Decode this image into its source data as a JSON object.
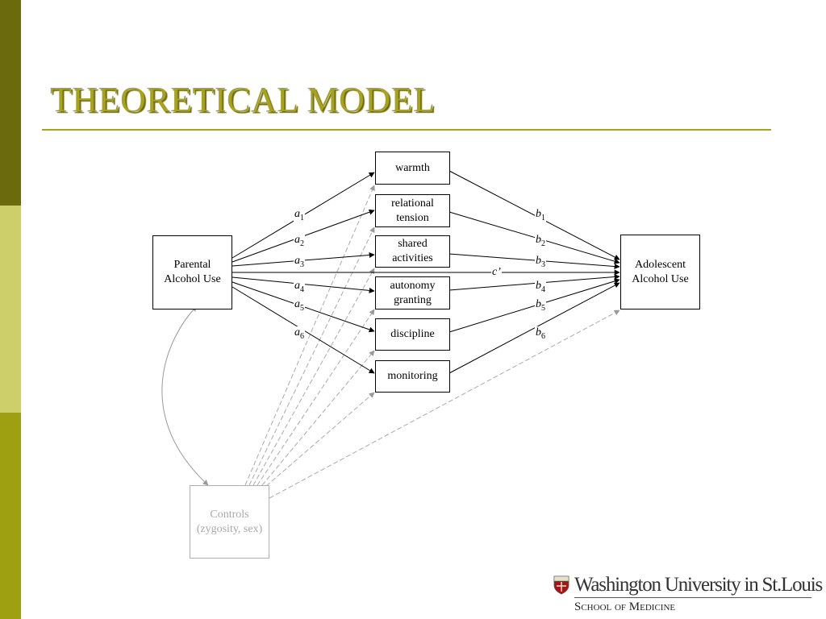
{
  "slide": {
    "title": "THEORETICAL MODEL"
  },
  "colors": {
    "title": "#a8a318",
    "sidebar_dark": "#6b6b0d",
    "sidebar_light": "#cdd06a",
    "sidebar_mid": "#9ea012",
    "controls_gray": "#a8a8a8"
  },
  "diagram": {
    "predictor": {
      "line1": "Parental",
      "line2": "Alcohol Use"
    },
    "outcome": {
      "line1": "Adolescent",
      "line2": "Alcohol Use"
    },
    "controls": {
      "line1": "Controls",
      "line2": "(zygosity, sex)"
    },
    "mediators": [
      {
        "line1": "warmth",
        "line2": ""
      },
      {
        "line1": "relational",
        "line2": "tension"
      },
      {
        "line1": "shared",
        "line2": "activities"
      },
      {
        "line1": "autonomy",
        "line2": "granting"
      },
      {
        "line1": "discipline",
        "line2": ""
      },
      {
        "line1": "monitoring",
        "line2": ""
      }
    ],
    "paths": {
      "a": [
        {
          "letter": "a",
          "sub": "1"
        },
        {
          "letter": "a",
          "sub": "2"
        },
        {
          "letter": "a",
          "sub": "3"
        },
        {
          "letter": "a",
          "sub": "4"
        },
        {
          "letter": "a",
          "sub": "5"
        },
        {
          "letter": "a",
          "sub": "6"
        }
      ],
      "b": [
        {
          "letter": "b",
          "sub": "1"
        },
        {
          "letter": "b",
          "sub": "2"
        },
        {
          "letter": "b",
          "sub": "3"
        },
        {
          "letter": "b",
          "sub": "4"
        },
        {
          "letter": "b",
          "sub": "5"
        },
        {
          "letter": "b",
          "sub": "6"
        }
      ],
      "c_prime": "c’"
    }
  },
  "logo": {
    "university": "Washington University in St.Louis",
    "school": "School of Medicine",
    "icon": "shield-icon"
  }
}
